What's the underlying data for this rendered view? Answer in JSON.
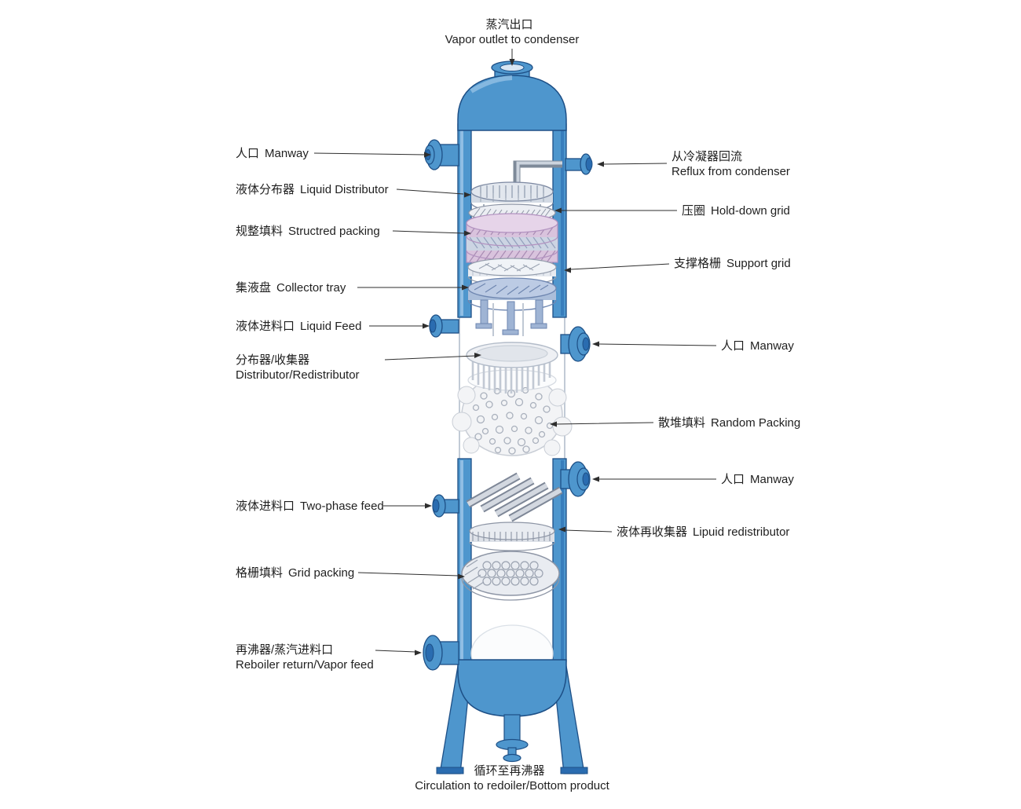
{
  "diagram": {
    "top_label": {
      "zh": "蒸汽出口",
      "en": "Vapor outlet to condenser"
    },
    "bottom_label": {
      "zh": "循环至再沸器",
      "en": "Circulation to redoiler/Bottom product"
    },
    "left_labels": [
      {
        "zh": "人口",
        "en": "Manway"
      },
      {
        "zh": "液体分布器",
        "en": "Liquid Distributor"
      },
      {
        "zh": "规整填料",
        "en": "Structred packing"
      },
      {
        "zh": "集液盘",
        "en": "Collector tray"
      },
      {
        "zh": "液体进料口",
        "en": "Liquid Feed"
      },
      {
        "zh": "分布器/收集器",
        "en": "Distributor/Redistributor"
      },
      {
        "zh": "液体进料口",
        "en": "Two-phase feed"
      },
      {
        "zh": "格栅填料",
        "en": "Grid packing"
      },
      {
        "zh": "再沸器/蒸汽进料口",
        "en": "Reboiler return/Vapor feed"
      }
    ],
    "right_labels": [
      {
        "zh": "从冷凝器回流",
        "en": "Reflux from condenser"
      },
      {
        "zh": "压圈",
        "en": "Hold-down grid"
      },
      {
        "zh": "支撑格栅",
        "en": "Support grid"
      },
      {
        "zh": "人口",
        "en": "Manway"
      },
      {
        "zh": "散堆填料",
        "en": "Random Packing"
      },
      {
        "zh": "人口",
        "en": "Manway"
      },
      {
        "zh": "液体再收集器",
        "en": "Lipuid redistributor"
      }
    ],
    "colors": {
      "column_blue": "#4e96cd",
      "column_blue_dark": "#2a6cb0",
      "column_outline": "#1d4f86",
      "column_highlight": "#9cc6e8",
      "packing_pink": "#d9c3dd",
      "internals_gray": "#d6dae2",
      "leader_line": "#2e2e2e"
    }
  }
}
